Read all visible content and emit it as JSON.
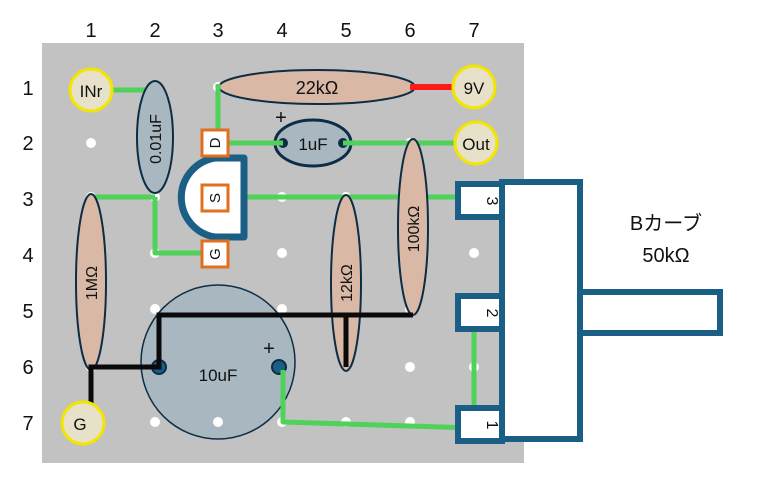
{
  "grid": {
    "col_labels": [
      "1",
      "2",
      "3",
      "4",
      "5",
      "6",
      "7"
    ],
    "row_labels": [
      "1",
      "2",
      "3",
      "4",
      "5",
      "6",
      "7"
    ]
  },
  "terminals": {
    "in": "INr",
    "supply": "9V",
    "out": "Out",
    "ground": "G"
  },
  "components": {
    "r_22k": "22kΩ",
    "c_001u": "0.01uF",
    "c_1u": "1uF",
    "c_1u_plus": "+",
    "r_1m": "1MΩ",
    "r_12k": "12kΩ",
    "r_100k": "100kΩ",
    "c_10u": "10uF",
    "c_10u_plus": "+"
  },
  "fet_pins": {
    "drain": "D",
    "source": "S",
    "gate": "G"
  },
  "pot": {
    "pins": [
      "3",
      "2",
      "1"
    ],
    "curve": "Bカーブ",
    "value": "50kΩ"
  },
  "colors": {
    "board": "#c2c2c2",
    "hole": "#ffffff",
    "resistor": "#d9b8a6",
    "capacitor": "#a9b7c0",
    "outline": "#0d2d45",
    "terminal_ring": "#f2e600",
    "terminal_fill": "#e6e1c8",
    "wire_green": "#4fd15a",
    "wire_black": "#0a0a0a",
    "wire_red": "#ff1a1a",
    "fet_body": "#1b5e86",
    "fet_pin_border": "#e07020",
    "pot_body": "#1b5e86"
  }
}
